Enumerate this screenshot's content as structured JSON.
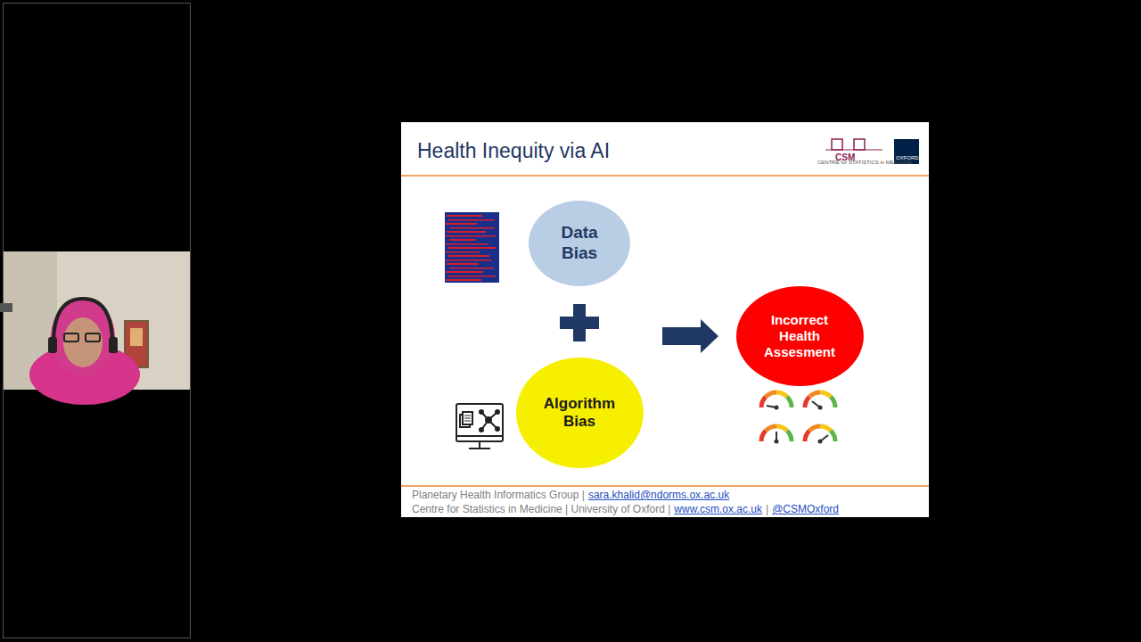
{
  "diagram": {
    "title": "Health Inequity via AI",
    "nodes": [
      {
        "text": [
          "Data Bias"
        ]
      },
      {
        "text": [
          "Algorithm Bias"
        ]
      },
      {
        "text": [
          "Incorrect Health Assesment"
        ]
      }
    ],
    "labels": [
      "CSM",
      "CENTRE for STATISTICS in MEDICINE",
      "OXFORD",
      "Planetary Health Informatics Group |",
      "sara.khalid@ndorms.ox.ac.uk",
      "Centre for Statistics in Medicine | University of Oxford |",
      "www.csm.ox.ac.uk",
      "|",
      "@CSMOxford"
    ]
  }
}
